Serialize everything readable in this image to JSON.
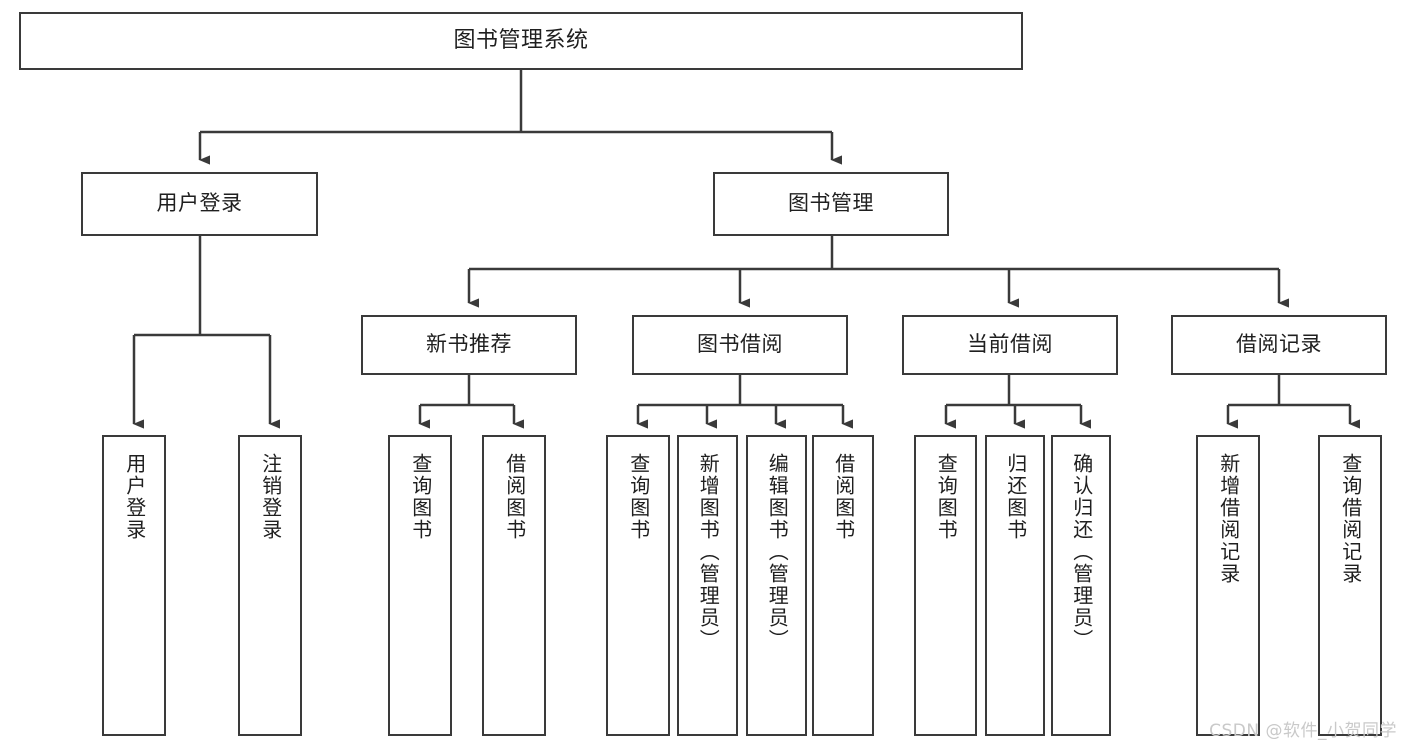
{
  "diagram": {
    "type": "tree-hierarchy-chart",
    "title": "图书管理系统",
    "stroke_color": "#3a3a3a",
    "background_color": "#ffffff",
    "text_color": "#1f1f1f",
    "nodes": {
      "root": {
        "label": "图书管理系统",
        "level": 0
      },
      "l1": [
        {
          "id": "user-login",
          "label": "用户登录",
          "level": 1
        },
        {
          "id": "book-manage",
          "label": "图书管理",
          "level": 1
        }
      ],
      "l2": [
        {
          "id": "new-book-recommend",
          "label": "新书推荐",
          "level": 2,
          "parent": "book-manage"
        },
        {
          "id": "book-borrow",
          "label": "图书借阅",
          "level": 2,
          "parent": "book-manage"
        },
        {
          "id": "current-borrow",
          "label": "当前借阅",
          "level": 2,
          "parent": "book-manage"
        },
        {
          "id": "borrow-record",
          "label": "借阅记录",
          "level": 2,
          "parent": "book-manage"
        }
      ],
      "leaves": [
        {
          "id": "leaf-user-login",
          "label": "用户登录",
          "parent": "user-login"
        },
        {
          "id": "leaf-user-logout",
          "label": "注销登录",
          "parent": "user-login"
        },
        {
          "id": "leaf-query-book-1",
          "label": "查询图书",
          "parent": "new-book-recommend"
        },
        {
          "id": "leaf-borrow-book-1",
          "label": "借阅图书",
          "parent": "new-book-recommend"
        },
        {
          "id": "leaf-query-book-2",
          "label": "查询图书",
          "parent": "book-borrow"
        },
        {
          "id": "leaf-add-book",
          "label": "新增图书（管理员）",
          "parent": "book-borrow"
        },
        {
          "id": "leaf-edit-book",
          "label": "编辑图书（管理员）",
          "parent": "book-borrow"
        },
        {
          "id": "leaf-borrow-book-2",
          "label": "借阅图书",
          "parent": "book-borrow"
        },
        {
          "id": "leaf-query-book-3",
          "label": "查询图书",
          "parent": "current-borrow"
        },
        {
          "id": "leaf-return-book",
          "label": "归还图书",
          "parent": "current-borrow"
        },
        {
          "id": "leaf-confirm-return",
          "label": "确认归还（管理员）",
          "parent": "current-borrow"
        },
        {
          "id": "leaf-add-record",
          "label": "新增借阅记录",
          "parent": "borrow-record"
        },
        {
          "id": "leaf-query-record",
          "label": "查询借阅记录",
          "parent": "borrow-record"
        }
      ]
    }
  },
  "watermark": {
    "text": "CSDN @软件_小贺同学"
  }
}
